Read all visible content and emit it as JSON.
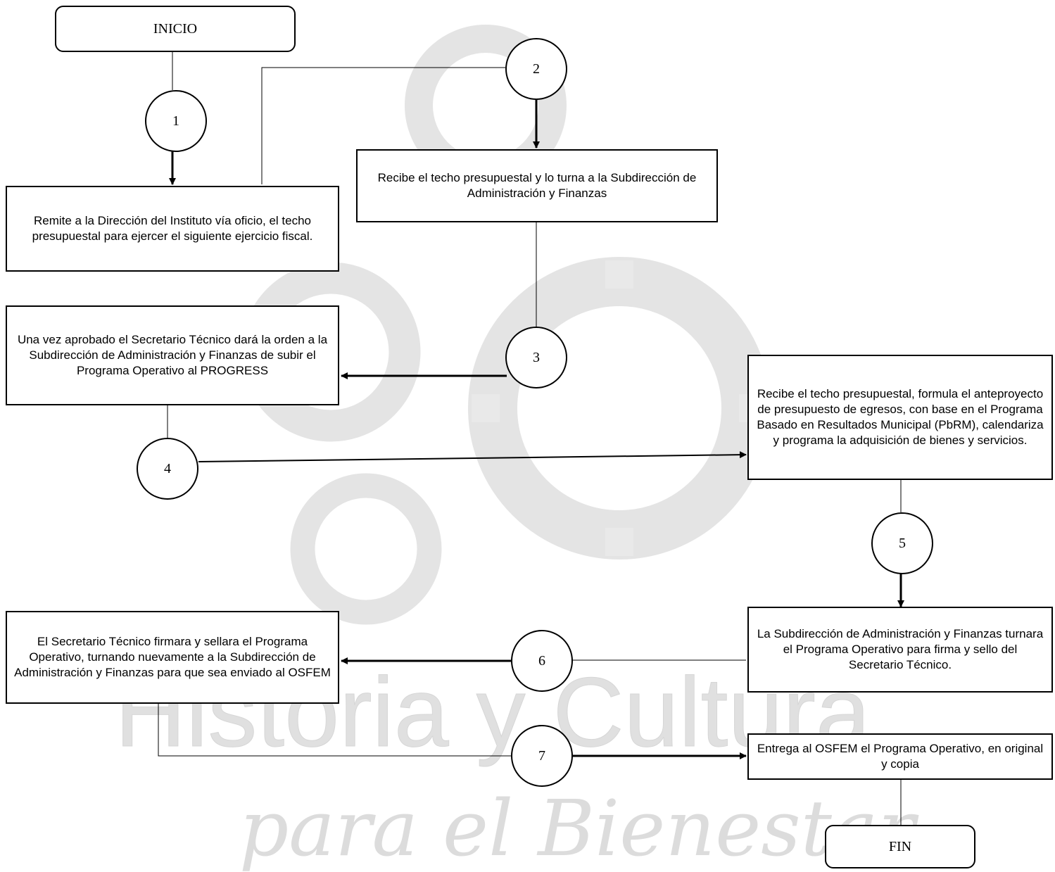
{
  "diagram": {
    "start_label": "INICIO",
    "end_label": "FIN",
    "steps": [
      {
        "number": "1",
        "text": "Remite a la Dirección del Instituto vía oficio, el techo presupuestal para ejercer el siguiente ejercicio fiscal."
      },
      {
        "number": "2",
        "text": "Recibe el techo presupuestal y lo turna a la Subdirección de Administración y Finanzas"
      },
      {
        "number": "3",
        "text": "Una vez aprobado el Secretario Técnico dará la orden a la Subdirección de Administración y Finanzas de subir el Programa Operativo al PROGRESS"
      },
      {
        "number": "4",
        "text": "Recibe el techo presupuestal, formula el anteproyecto de presupuesto de egresos, con base en el Programa Basado en Resultados Municipal (PbRM), calendariza y programa la adquisición de bienes y servicios."
      },
      {
        "number": "5",
        "text": "La Subdirección de Administración y Finanzas turnara el Programa Operativo para firma y sello del Secretario Técnico."
      },
      {
        "number": "6",
        "text": "El Secretario Técnico firmara y sellara el Programa Operativo, turnando nuevamente a la Subdirección de Administración y Finanzas para que sea enviado al OSFEM"
      },
      {
        "number": "7",
        "text": "Entrega al OSFEM el Programa Operativo, en original y copia"
      }
    ]
  },
  "watermark": {
    "text_line1": "Historia y Cultura",
    "text_line2": "para el Bienestar"
  },
  "colors": {
    "watermark": "#e2e2e2",
    "line": "#000000"
  }
}
